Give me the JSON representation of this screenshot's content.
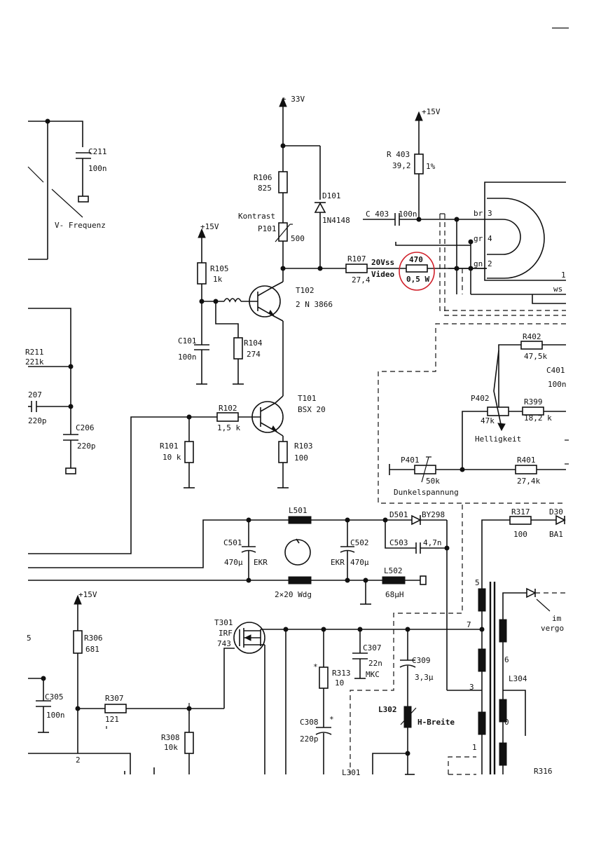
{
  "page_marks": {
    "top_right": "——"
  },
  "v_freq": {
    "c211": "C211",
    "c211_val": "100n",
    "label": "V- Frequenz"
  },
  "supplies": {
    "v33": "+ 33V",
    "v15a": "+15V",
    "v15b": "+15V",
    "v15c": "+15V"
  },
  "resistors": {
    "r106": "R106",
    "r106_val": "825",
    "r105": "R105",
    "r105_val": "1k",
    "r104": "R104",
    "r104_val": "274",
    "r107": "R107",
    "r107_val": "27,4",
    "r403": "R 403",
    "r403_val": "39,2",
    "r403_tol": "1%",
    "r470_val": "470",
    "r470_w": "0,5 W",
    "r102": "R102",
    "r102_val": "1,5 k",
    "r101": "R101",
    "r101_val": "10 k",
    "r103": "R103",
    "r103_val": "100",
    "r211": "R211",
    "r211_val": "221k",
    "r402": "R402",
    "r402_val": "47,5k",
    "r399": "R399",
    "r399_val": "18,2 k",
    "r401": "R401",
    "r401_val": "27,4k",
    "r317": "R317",
    "r317_val": "100",
    "r306": "R306",
    "r306_val": "681",
    "r307": "R307",
    "r307_val": "121",
    "r308": "R308",
    "r308_val": "10k",
    "r313": "R313",
    "r313_val": "10",
    "r316": "R316"
  },
  "pots": {
    "p101": "P101",
    "p101_val": "500",
    "kontrast": "Kontrast",
    "p402": "P402",
    "p402_val": "47k",
    "helligkeit": "Helligkeit",
    "p401": "P401",
    "p401_val": "50k",
    "dunkel": "Dunkelspannung"
  },
  "capacitors": {
    "c101": "C101",
    "c101_val": "100n",
    "c403": "C 403",
    "c403_val": "100n",
    "c207": "207",
    "c207_val": "220p",
    "c206": "C206",
    "c206_val": "220p",
    "c401": "C401",
    "c401_val": "100n",
    "c501": "C501",
    "c501_val": "470µ",
    "c501_type": "EKR",
    "c502": "C502",
    "c502_val": "470µ",
    "c502_type": "EKR",
    "c503": "C503",
    "c503_val": "4,7n",
    "c305": "C305",
    "c305_val": "100n",
    "c307": "C307",
    "c307_val": "22n",
    "c307_type": "MKC",
    "c309": "C309",
    "c309_val": "3,3µ",
    "c308": "C308",
    "c308_val": "220p"
  },
  "semis": {
    "d101": "D101",
    "d101_type": "1N4148",
    "t102": "T102",
    "t102_type": "2 N 3866",
    "t101": "T101",
    "t101_type": "BSX 20",
    "d501": "D501",
    "d501_type": "BY298",
    "d30": "D30",
    "d30_type": "BA1",
    "t301": "T301",
    "t301_type1": "IRF",
    "t301_type2": "743"
  },
  "inductors": {
    "l501": "L501",
    "l502": "L502",
    "l502_val": "68µH",
    "wdg": "2×20 Wdg",
    "l302": "L302",
    "hbreite": "H-Breite",
    "l304": "L304",
    "l301": "L301"
  },
  "video": {
    "vss": "20Vss",
    "video": "Video"
  },
  "connector": {
    "br": "br",
    "br_pin": "3",
    "gr": "gr",
    "gr_pin": "4",
    "gn": "gn",
    "gn_pin": "2",
    "ws": "ws",
    "pin1": "1"
  },
  "transformer_pins": {
    "p5": "5",
    "p7": "7",
    "p3": "3",
    "p1": "1",
    "p6": "6",
    "p0": "0"
  },
  "misc": {
    "left5": "5",
    "node2": "2",
    "im": "im",
    "vergo": "vergo",
    "star1": "*",
    "star2": "*"
  }
}
